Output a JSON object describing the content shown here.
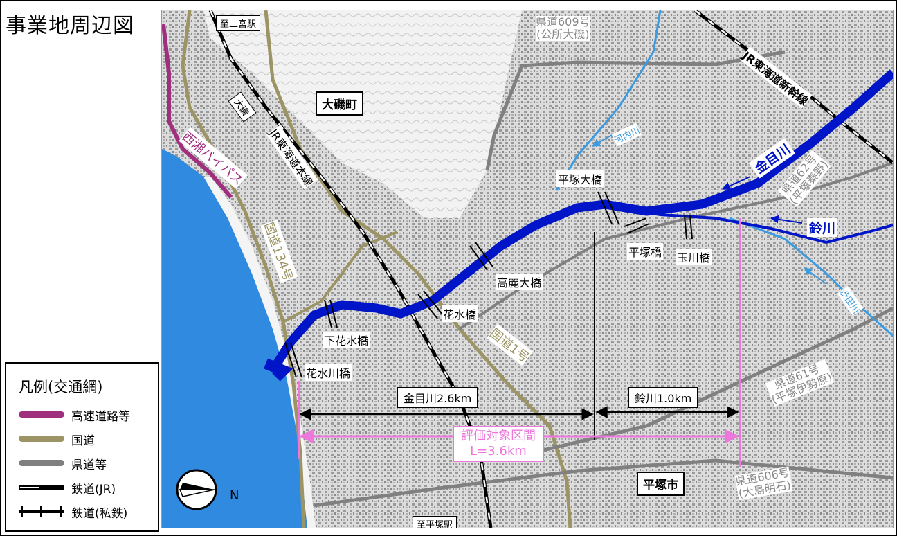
{
  "title": "事業地周辺図",
  "legend": {
    "title": "凡例(交通網)",
    "items": [
      {
        "label": "高速道路等",
        "color": "#a0307e"
      },
      {
        "label": "国道",
        "color": "#9c9464"
      },
      {
        "label": "県道等",
        "color": "#808080"
      },
      {
        "label": "鉄道(JR)",
        "color": "#000000"
      },
      {
        "label": "鉄道(私鉄)",
        "color": "#000000"
      }
    ]
  },
  "labels": {
    "oiso_town": "大磯町",
    "hiratsuka_city": "平塚市",
    "to_ninomiya": "至二宮駅",
    "to_hiratsuka": "至平塚駅",
    "oiso_station": "大磯",
    "jr_tokaido_main": "JR東海道本線",
    "jr_shinkansen": "JR東海道新幹線",
    "seisho_bypass": "西湘バイパス",
    "route134": "国道134号",
    "route1": "国道1号",
    "pref609_a": "県道609号",
    "pref609_b": "(公所大磯)",
    "pref62_a": "県道62号",
    "pref62_b": "(平塚秦野)",
    "pref61_a": "県道61号",
    "pref61_b": "(平塚伊勢原)",
    "pref606_a": "県道606号",
    "pref606_b": "(大島明石)",
    "kanaigawa": "金目川",
    "suzukawa": "鈴川",
    "kouchigawa": "河内川",
    "shibudagawa": "渋田川",
    "bridge_hiratsuka_ohashi": "平塚大橋",
    "bridge_hiratsuka": "平塚橋",
    "bridge_tamagawa": "玉川橋",
    "bridge_korai": "高麗大橋",
    "bridge_hanamizu": "花水橋",
    "bridge_shimo_hanamizu": "下花水橋",
    "bridge_hanamizugawa": "花水川橋",
    "dist_kanai": "金目川2.6km",
    "dist_suzu": "鈴川1.0km",
    "eval_line1": "評価対象区間",
    "eval_line2": "L=3.6km",
    "north": "N"
  },
  "colors": {
    "river": "#0014c8",
    "tributary": "#3b9be0",
    "eval": "#ee77dd",
    "sea": "#2f8ae0"
  }
}
